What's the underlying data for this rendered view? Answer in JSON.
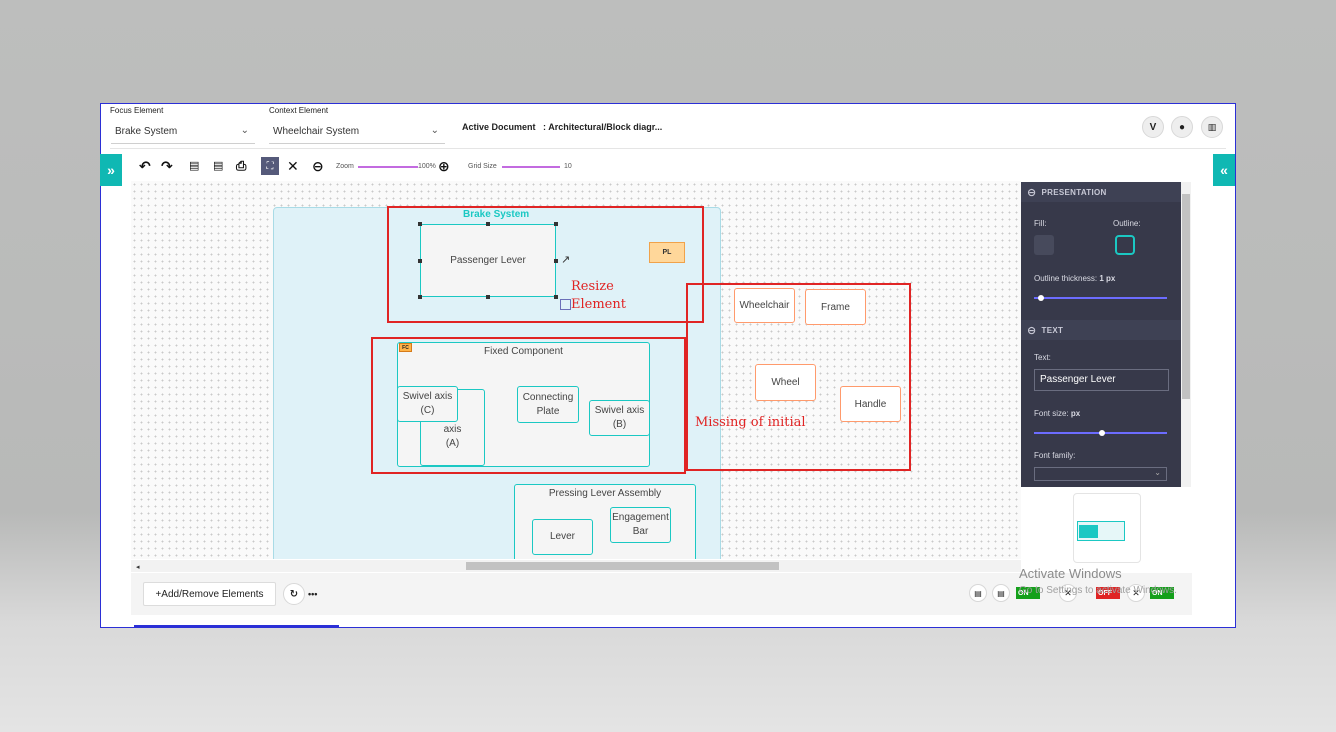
{
  "header": {
    "focus_label": "Focus Element",
    "focus_value": "Brake System",
    "context_label": "Context Element",
    "context_value": "Wheelchair System",
    "active_doc_label": "Active Document",
    "active_doc_value": ": Architectural/Block diagr...",
    "header_icons": [
      "vector-icon",
      "drop-icon",
      "chart-icon"
    ]
  },
  "toolbar": {
    "zoom_label": "Zoom",
    "zoom_value": "100%",
    "grid_label": "Grid Size",
    "grid_value": "10"
  },
  "diagram": {
    "brake_system_title": "Brake System",
    "passenger_lever": "Passenger Lever",
    "pl_badge": "PL",
    "fc_badge": "FC",
    "fixed_component": "Fixed Component",
    "swivel_c": "Swivel axis (C)",
    "swivel_a_partial": "axis",
    "swivel_a_label": "(A)",
    "connecting_plate": "Connecting Plate",
    "swivel_b": "Swivel axis (B)",
    "pressing_lever_assembly": "Pressing Lever Assembly",
    "lever": "Lever",
    "engagement_bar": "Engagement Bar",
    "wheelchair": "Wheelchair",
    "frame": "Frame",
    "wheel": "Wheel",
    "handle": "Handle"
  },
  "annotations": {
    "resize_line1": "Resize",
    "resize_line2": "Element",
    "missing": "Missing of initial"
  },
  "panel": {
    "presentation": "PRESENTATION",
    "fill": "Fill:",
    "outline": "Outline:",
    "outline_thickness": "Outline thickness:",
    "outline_thickness_value": "1 px",
    "text_section": "TEXT",
    "text_label": "Text:",
    "text_value": "Passenger Lever",
    "font_size": "Font size:",
    "font_size_unit": "px",
    "font_family": "Font family:"
  },
  "footer": {
    "add_remove": "+Add/Remove Elements",
    "more": "•••",
    "toggle_on": "ON",
    "toggle_off": "OFF",
    "toggle_on2": "ON"
  },
  "watermark": {
    "line1": "Activate Windows",
    "line2": "Go to Settings to activate Windows."
  },
  "colors": {
    "accent": "#0fb8b3",
    "annotation": "#e02424",
    "panel_bg": "#37394a"
  }
}
